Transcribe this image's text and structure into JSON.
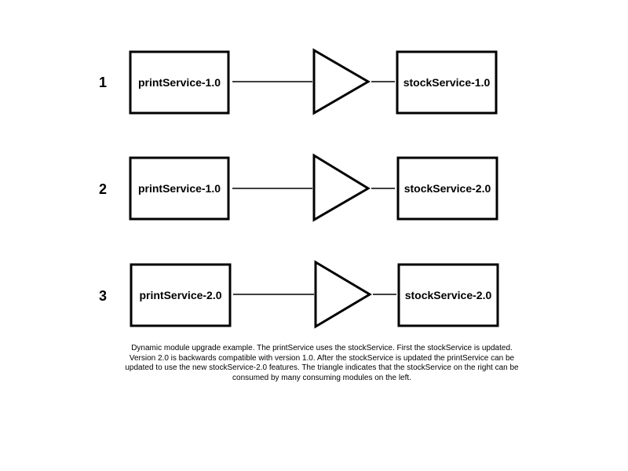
{
  "rows": [
    {
      "number": "1",
      "consumer": "printService-1.0",
      "provider": "stockService-1.0"
    },
    {
      "number": "2",
      "consumer": "printService-1.0",
      "provider": "stockService-2.0"
    },
    {
      "number": "3",
      "consumer": "printService-2.0",
      "provider": "stockService-2.0"
    }
  ],
  "caption": "Dynamic module upgrade example. The printService uses the stockService. First the stockService is updated. Version 2.0 is backwards compatible with version 1.0. After the stockService is updated the printService can be updated to use the new stockService-2.0 features. The triangle indicates that the stockService on the right can be consumed by many consuming modules on the left."
}
